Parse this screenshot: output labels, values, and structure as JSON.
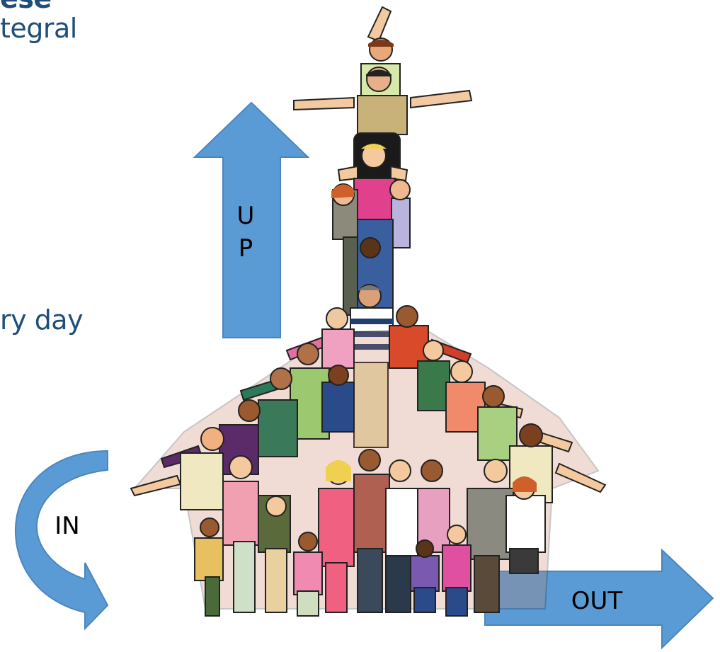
{
  "slide": {
    "title_fragment": "ese",
    "line_fragment_1": "tegral",
    "line_fragment_2": "ry day"
  },
  "arrows": {
    "up_label": "U\nP",
    "in_label": "IN",
    "out_label": "OUT",
    "fill_color": "#5b9bd5",
    "stroke_color": "#4a86bd"
  },
  "illustration": {
    "subject": "human-pyramid-of-people"
  },
  "colors": {
    "text": "#1f4e79",
    "arrow": "#5b9bd5"
  }
}
